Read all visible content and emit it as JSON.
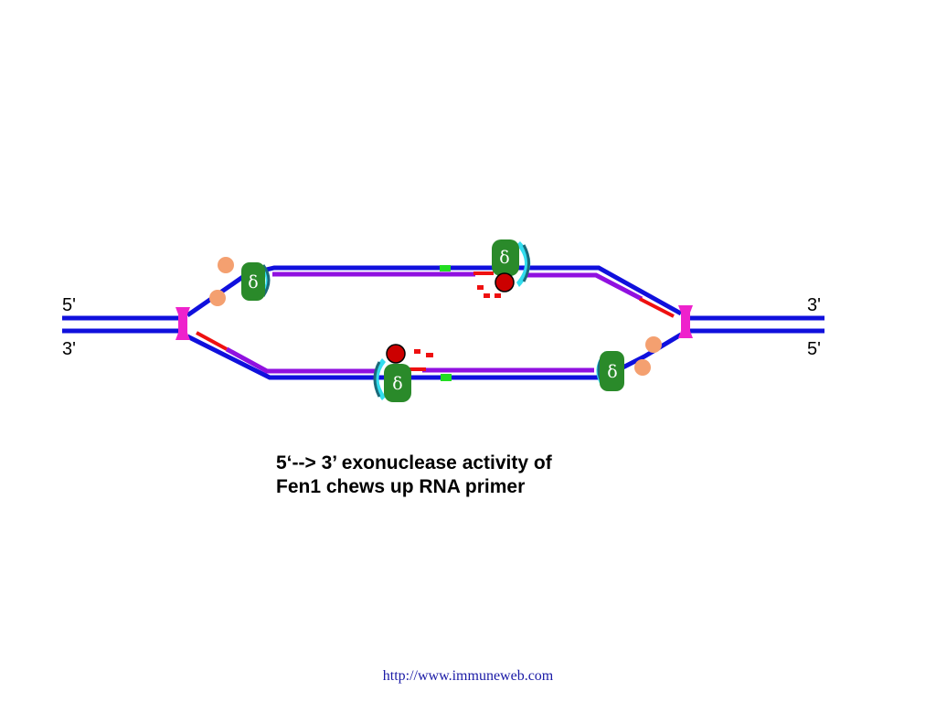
{
  "diagram": {
    "labels": {
      "left_top": "5'",
      "left_bottom": "3'",
      "right_top": "3'",
      "right_bottom": "5'"
    },
    "polymerase_symbol": "δ",
    "colors": {
      "dna_strand": "#1010dd",
      "new_strand": "#9010e0",
      "rna_primer": "#ee1010",
      "helicase": "#ee22cc",
      "polymerase": "#2a8a2a",
      "clamp": "#33ddee",
      "fen1": "#cc0000",
      "ssb": "#f4a070",
      "ligation_mark": "#22dd22"
    }
  },
  "caption": {
    "line1": "5‘--> 3’ exonuclease activity of",
    "line2": "Fen1 chews up RNA primer"
  },
  "footer": {
    "url": "http://www.immuneweb.com"
  }
}
